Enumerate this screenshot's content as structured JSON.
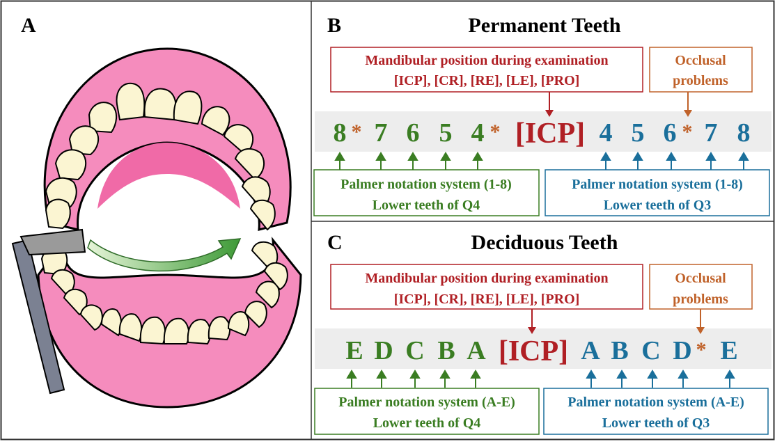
{
  "panel_a": {
    "label": "A"
  },
  "panel_b": {
    "label": "B",
    "title": "Permanent Teeth",
    "mandibular_box": {
      "line1": "Mandibular position during examination",
      "line2": "[ICP], [CR], [RE], [LE], [PRO]"
    },
    "occlusal_box": {
      "line1": "Occlusal",
      "line2": "problems"
    },
    "left_teeth": [
      "8",
      "7",
      "6",
      "5",
      "4"
    ],
    "center": "[ICP]",
    "right_teeth": [
      "4",
      "5",
      "6",
      "7",
      "8"
    ],
    "star": "*",
    "left_note": {
      "line1": "Palmer notation system (1-8)",
      "line2": "Lower teeth of Q4"
    },
    "right_note": {
      "line1": "Palmer notation system (1-8)",
      "line2": "Lower teeth of Q3"
    }
  },
  "panel_c": {
    "label": "C",
    "title": "Deciduous Teeth",
    "mandibular_box": {
      "line1": "Mandibular position during examination",
      "line2": "[ICP], [CR], [RE], [LE], [PRO]"
    },
    "occlusal_box": {
      "line1": "Occlusal",
      "line2": "problems"
    },
    "left_teeth": [
      "E",
      "D",
      "C",
      "B",
      "A"
    ],
    "center": "[ICP]",
    "right_teeth": [
      "A",
      "B",
      "C",
      "D",
      "E"
    ],
    "star": "*",
    "left_note": {
      "line1": "Palmer notation system (A-E)",
      "line2": "Lower teeth of Q4"
    },
    "right_note": {
      "line1": "Palmer notation system (A-E)",
      "line2": "Lower teeth of Q3"
    }
  },
  "colors": {
    "green": "#3a7d22",
    "blue": "#1a6f9b",
    "red": "#b01f24",
    "orange": "#c0622a",
    "band": "#ededed",
    "gum": "#f58cbd",
    "tooth": "#fbf5d2"
  }
}
